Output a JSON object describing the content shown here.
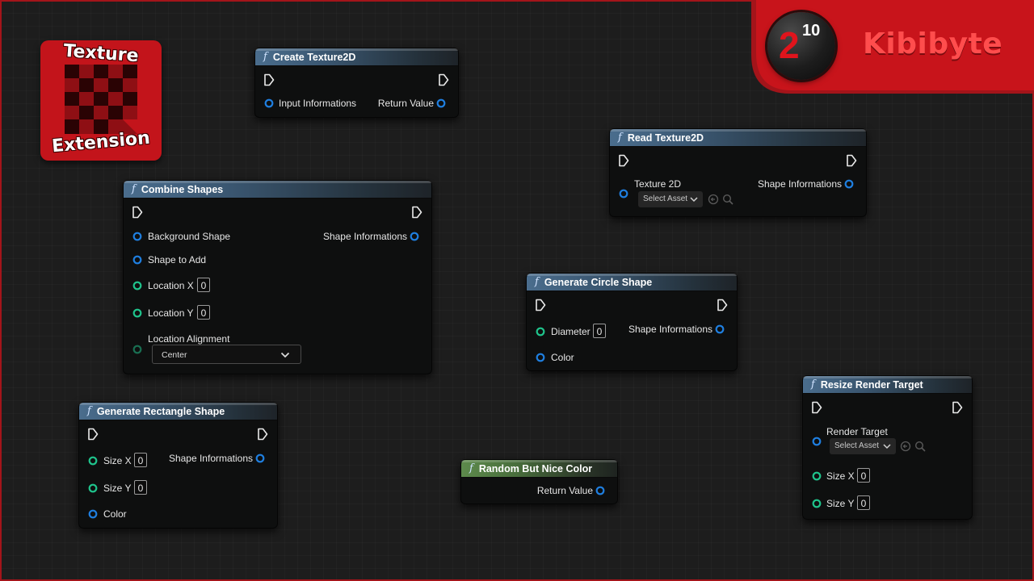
{
  "brand": {
    "name": "Kibibyte",
    "badge_base": "2",
    "badge_exponent": "10"
  },
  "logo": {
    "line1": "Texture",
    "line2": "Extension"
  },
  "nodes": {
    "create_texture": {
      "title": "Create Texture2D",
      "input": "Input Informations",
      "output": "Return Value"
    },
    "read_texture": {
      "title": "Read Texture2D",
      "input": "Texture 2D",
      "asset_placeholder": "Select Asset",
      "output": "Shape Informations"
    },
    "combine_shapes": {
      "title": "Combine Shapes",
      "background_shape": "Background Shape",
      "output": "Shape Informations",
      "shape_to_add": "Shape to Add",
      "location_x": "Location X",
      "location_x_value": "0",
      "location_y": "Location Y",
      "location_y_value": "0",
      "alignment_label": "Location Alignment",
      "alignment_value": "Center"
    },
    "circle": {
      "title": "Generate Circle Shape",
      "diameter": "Diameter",
      "diameter_value": "0",
      "output": "Shape Informations",
      "color": "Color"
    },
    "rectangle": {
      "title": "Generate Rectangle Shape",
      "size_x": "Size X",
      "size_x_value": "0",
      "output": "Shape Informations",
      "size_y": "Size Y",
      "size_y_value": "0",
      "color": "Color"
    },
    "random_color": {
      "title": "Random But Nice Color",
      "output": "Return Value"
    },
    "resize": {
      "title": "Resize Render Target",
      "render_target": "Render Target",
      "asset_placeholder": "Select Asset",
      "size_x": "Size X",
      "size_x_value": "0",
      "size_y": "Size Y",
      "size_y_value": "0"
    }
  },
  "colors": {
    "accent_red": "#c8141b",
    "pin_blue": "#1f7fe0",
    "pin_teal": "#1fc48c",
    "function_header": "#4a6d8d",
    "pure_header": "#5d8a4c"
  }
}
